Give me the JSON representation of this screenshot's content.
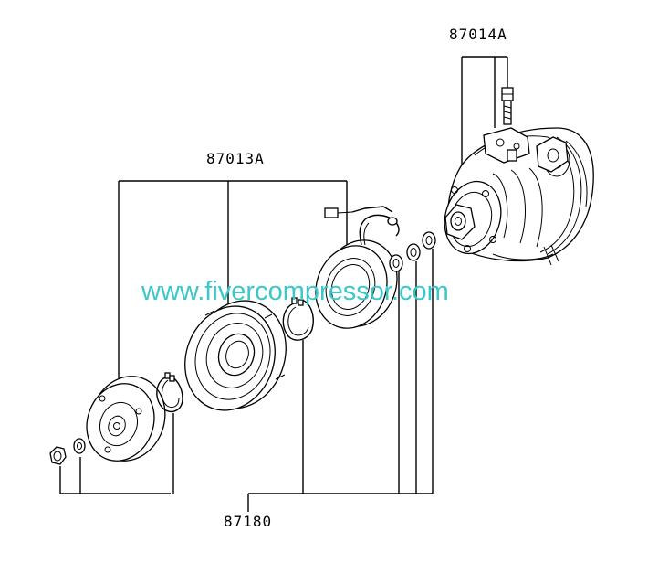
{
  "labels": {
    "compressor_assembly": "87014A",
    "clutch_set": "87013A",
    "small_parts": "87180"
  },
  "watermark": {
    "text": "www.fivercompressor.com",
    "color": "#3cc8c8"
  },
  "colors": {
    "line": "#000000",
    "background": "#ffffff"
  }
}
